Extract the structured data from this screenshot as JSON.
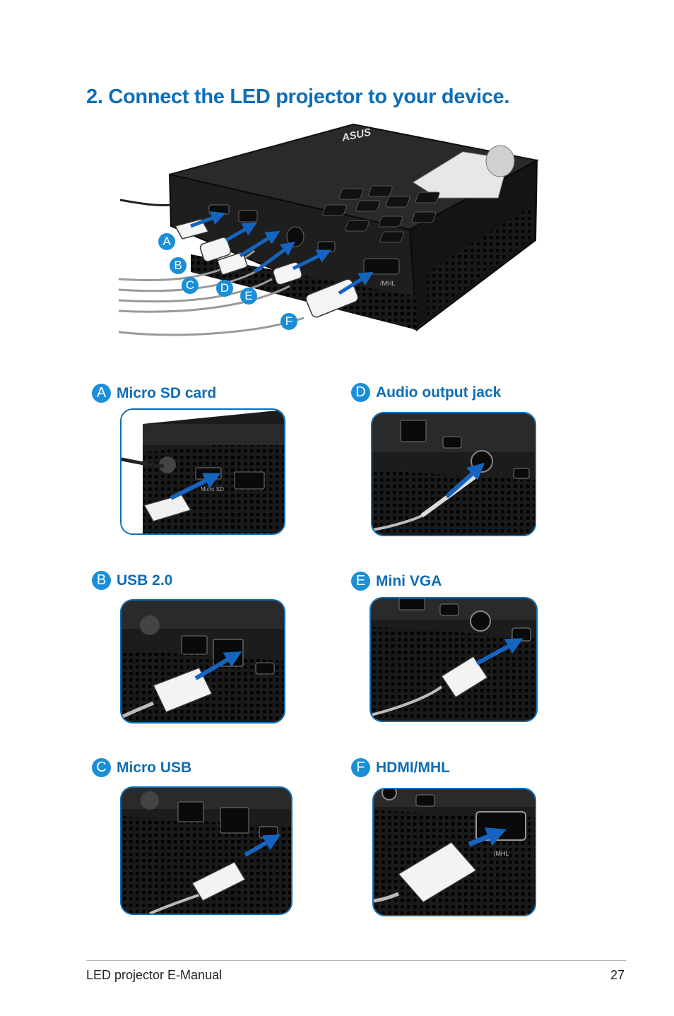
{
  "page_title": "2. Connect the LED projector to your device.",
  "hero": {
    "brand": "ASUS",
    "port_labels": {
      "hdmi": "/MHL"
    },
    "callouts": [
      "A",
      "B",
      "C",
      "D",
      "E",
      "F"
    ]
  },
  "sections": [
    {
      "letter": "A",
      "label": "Micro SD card"
    },
    {
      "letter": "D",
      "label": "Audio output jack"
    },
    {
      "letter": "B",
      "label": "USB 2.0"
    },
    {
      "letter": "E",
      "label": "Mini VGA"
    },
    {
      "letter": "C",
      "label": "Micro USB"
    },
    {
      "letter": "F",
      "label": "HDMI/MHL"
    }
  ],
  "panel_text": {
    "micro_sd": "Micro SD",
    "hdmi": "/MHL"
  },
  "footer": {
    "left": "LED projector E-Manual",
    "page_number": "27"
  },
  "colors": {
    "accent": "#0e6db6",
    "badge": "#1a8fd8",
    "arrow": "#1565c0",
    "device": "#1b1b1b"
  }
}
